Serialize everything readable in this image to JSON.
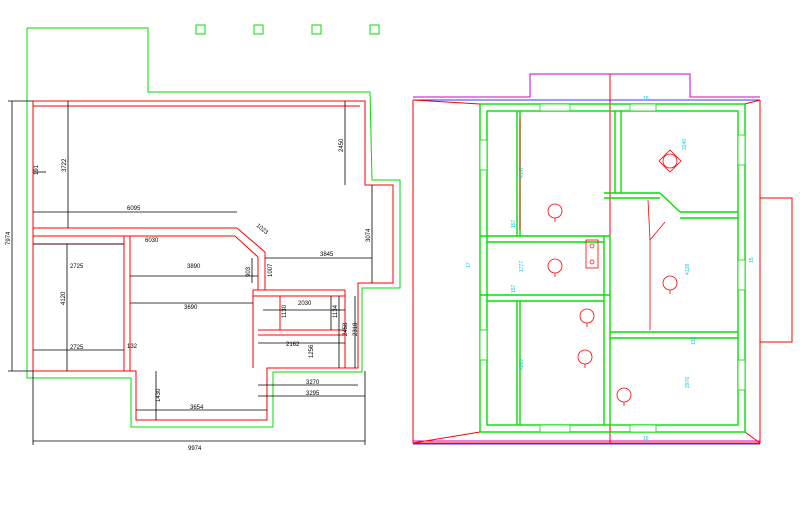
{
  "colors": {
    "wall_outline": "#ff0000",
    "roof_outline": "#00dd00",
    "dimension": "#000000",
    "wall_fill": "#00e000",
    "annotation": "#00c8e6",
    "fixture": "#ff0000",
    "ridge": "#cc00cc",
    "axis": "#3333ff"
  },
  "left_plan": {
    "dims": {
      "d191": "191",
      "d3722": "3722",
      "d2450": "2450",
      "d7974": "7974",
      "d6095": "6095",
      "d6030": "6030",
      "d1023": "1023",
      "d3074": "3074",
      "d2725a": "2725",
      "d3890": "3890",
      "d903": "903",
      "d1007": "1007",
      "d3845": "3845",
      "d4120": "4120",
      "d3690": "3690",
      "d2030": "2030",
      "d1134": "1134",
      "d1130": "1130",
      "d2458": "2458",
      "d2318": "2318",
      "d2162": "2162",
      "d1256": "1256",
      "d2725b": "2725",
      "d132": "132",
      "d3270": "3270",
      "d1430": "1430",
      "d3295": "3295",
      "d3654": "3654",
      "d9974": "9974"
    }
  },
  "right_plan": {
    "annotations": {
      "a3240": "3240",
      "a4147": "4147",
      "a157a": "157",
      "a1777": "1777",
      "a157b": "157",
      "a4128": "4128",
      "a4262": "4262",
      "a2976": "2976",
      "a132": "132",
      "a17": "17",
      "a15": "15",
      "a16top": "16",
      "a16bot": "16"
    }
  }
}
